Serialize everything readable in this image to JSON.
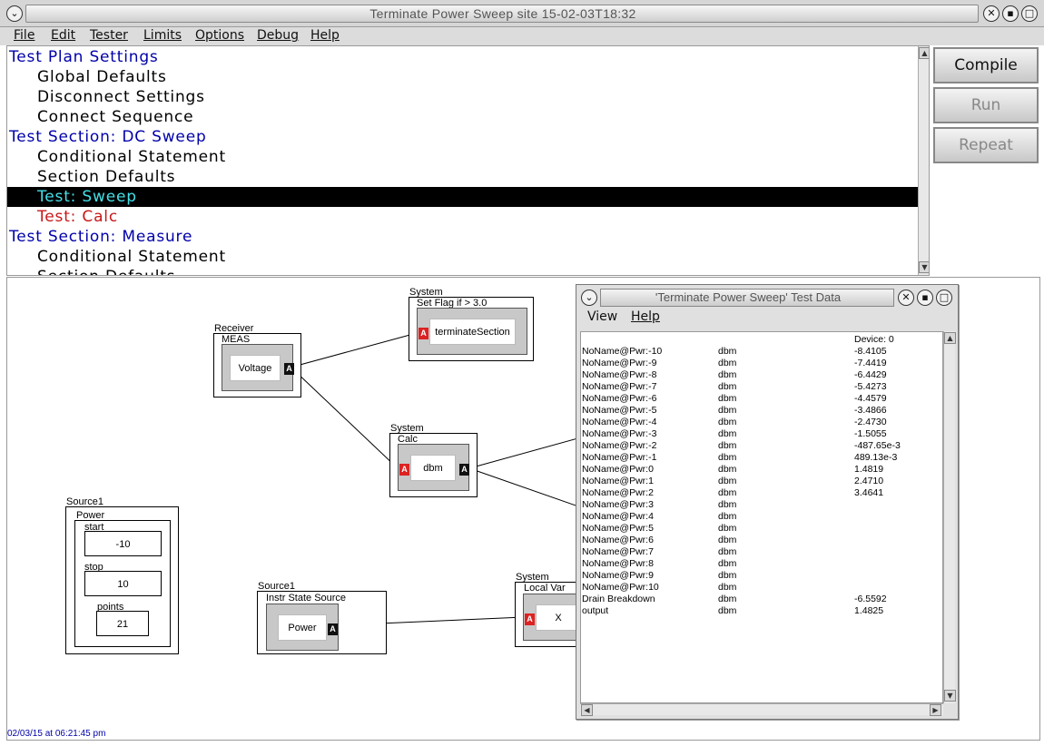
{
  "window": {
    "title": "Terminate Power Sweep  site  15-02-03T18:32"
  },
  "menu": [
    "File",
    "Edit",
    "Tester",
    "Limits",
    "Options",
    "Debug",
    "Help"
  ],
  "tree": [
    {
      "label": "Test Plan Settings",
      "level": 0
    },
    {
      "label": "Global Defaults",
      "level": 1
    },
    {
      "label": "Disconnect Settings",
      "level": 1
    },
    {
      "label": "Connect Sequence",
      "level": 1
    },
    {
      "label": "Test Section: DC Sweep",
      "level": 0
    },
    {
      "label": "Conditional Statement",
      "level": 1
    },
    {
      "label": "Section Defaults",
      "level": 1
    },
    {
      "label": "Test: Sweep",
      "level": 1,
      "selected": true
    },
    {
      "label": "Test: Calc",
      "level": 1,
      "color": "red"
    },
    {
      "label": "Test Section: Measure",
      "level": 0
    },
    {
      "label": "Conditional Statement",
      "level": 1
    },
    {
      "label": "Section Defaults",
      "level": 1
    }
  ],
  "buttons": {
    "compile": "Compile",
    "run": "Run",
    "repeat": "Repeat"
  },
  "canvas": {
    "receiver": {
      "group": "Receiver",
      "name": "MEAS",
      "value": "Voltage",
      "port": "A"
    },
    "setflag": {
      "group": "System",
      "name": "Set Flag if  > 3.0",
      "value": "terminateSection",
      "port": "A"
    },
    "calc": {
      "group": "System",
      "name": "Calc",
      "value": "dbm",
      "port_in": "A",
      "port_out": "A"
    },
    "source1a": {
      "group": "Source1",
      "name": "Power",
      "fields": [
        {
          "label": "start",
          "value": "-10"
        },
        {
          "label": "stop",
          "value": "10"
        },
        {
          "label": "points",
          "value": "21"
        }
      ]
    },
    "source1b": {
      "group": "Source1",
      "name": "Instr State Source",
      "value": "Power",
      "port": "A"
    },
    "localvar": {
      "group": "System",
      "name": "Local Var",
      "value": "X",
      "port": "A"
    },
    "status": "02/03/15 at 06:21:45 pm"
  },
  "data_window": {
    "title": "'Terminate Power Sweep' Test Data",
    "menu": [
      "View",
      "Help"
    ],
    "header": "Device: 0",
    "rows": [
      [
        "NoName@Pwr:-10",
        "dbm",
        "-8.4105"
      ],
      [
        "NoName@Pwr:-9",
        "dbm",
        "-7.4419"
      ],
      [
        "NoName@Pwr:-8",
        "dbm",
        "-6.4429"
      ],
      [
        "NoName@Pwr:-7",
        "dbm",
        "-5.4273"
      ],
      [
        "NoName@Pwr:-6",
        "dbm",
        "-4.4579"
      ],
      [
        "NoName@Pwr:-5",
        "dbm",
        "-3.4866"
      ],
      [
        "NoName@Pwr:-4",
        "dbm",
        "-2.4730"
      ],
      [
        "NoName@Pwr:-3",
        "dbm",
        "-1.5055"
      ],
      [
        "NoName@Pwr:-2",
        "dbm",
        "-487.65e-3"
      ],
      [
        "NoName@Pwr:-1",
        "dbm",
        "489.13e-3"
      ],
      [
        "NoName@Pwr:0",
        "dbm",
        "1.4819"
      ],
      [
        "NoName@Pwr:1",
        "dbm",
        "2.4710"
      ],
      [
        "NoName@Pwr:2",
        "dbm",
        "3.4641"
      ],
      [
        "NoName@Pwr:3",
        "dbm",
        ""
      ],
      [
        "NoName@Pwr:4",
        "dbm",
        ""
      ],
      [
        "NoName@Pwr:5",
        "dbm",
        ""
      ],
      [
        "NoName@Pwr:6",
        "dbm",
        ""
      ],
      [
        "NoName@Pwr:7",
        "dbm",
        ""
      ],
      [
        "NoName@Pwr:8",
        "dbm",
        ""
      ],
      [
        "NoName@Pwr:9",
        "dbm",
        ""
      ],
      [
        "NoName@Pwr:10",
        "dbm",
        ""
      ],
      [
        "Drain Breakdown",
        "dbm",
        "-6.5592"
      ],
      [
        "output",
        "dbm",
        "1.4825"
      ]
    ]
  },
  "icons": {
    "menu": "chevron-down-icon",
    "close": "close-icon",
    "minimize": "minimize-icon",
    "maximize": "maximize-icon"
  }
}
